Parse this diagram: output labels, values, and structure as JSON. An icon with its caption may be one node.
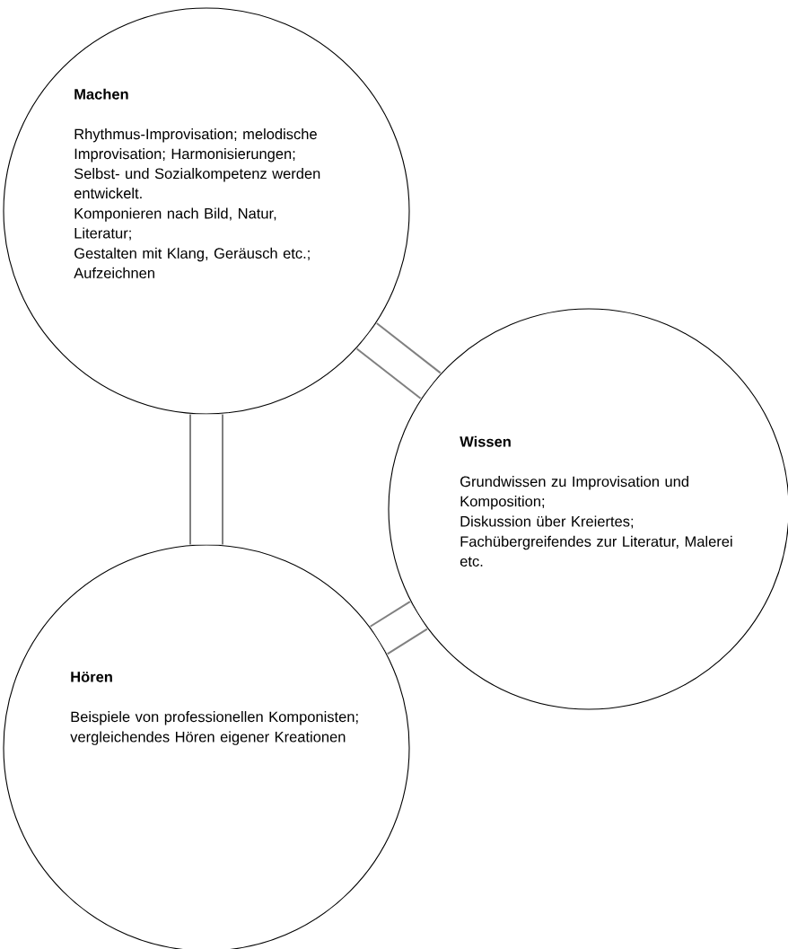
{
  "diagram": {
    "nodes": [
      {
        "text": [
          "Machen",
          "Rhythmus-Improvisation; melodische Improvisation; Harmonisierungen; Selbst- und Sozialkompetenz werden entwickelt.",
          "Komponieren nach Bild, Natur, Literatur;",
          "Gestalten mit Klang, Geräusch etc.; Aufzeichnen"
        ]
      },
      {
        "text": [
          "Wissen",
          "Grundwissen zu Improvisation und Komposition;",
          "Diskussion über Kreiertes;",
          "Fachübergreifendes zur Literatur, Malerei etc."
        ]
      },
      {
        "text": [
          "Hören",
          "Beispiele von professionellen Komponisten;",
          "vergleichendes Hören eigener Kreationen"
        ]
      }
    ],
    "edges": [
      {
        "from": 0,
        "to": 1,
        "arrow": "none"
      },
      {
        "from": 0,
        "to": 2,
        "arrow": "none"
      },
      {
        "from": 2,
        "to": 1,
        "arrow": "none"
      }
    ]
  }
}
